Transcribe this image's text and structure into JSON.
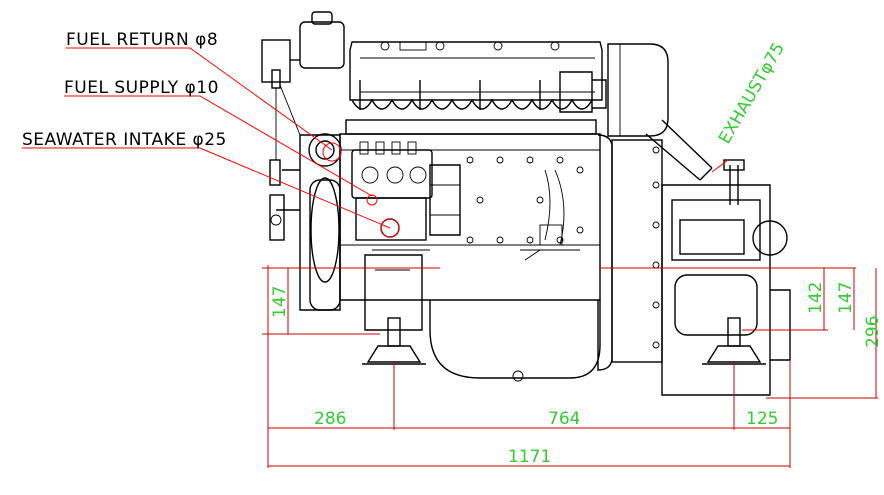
{
  "callouts": {
    "fuel_return": "FUEL RETURN φ8",
    "fuel_supply": "FUEL SUPPLY φ10",
    "seawater_intake": "SEAWATER INTAKE φ25",
    "exhaust": "EXHAUSTφ75"
  },
  "dimensions": {
    "overall_length": "1171",
    "front_offset": "286",
    "mount_spacing": "764",
    "rear_offset": "125",
    "left_height": "147",
    "right_height_a": "142",
    "right_height_b": "147",
    "right_height_total": "296"
  },
  "colors": {
    "leader": "#ff0000",
    "dimension_text": "#33cc33",
    "dimension_line": "#cc0000",
    "outline": "#000000"
  }
}
